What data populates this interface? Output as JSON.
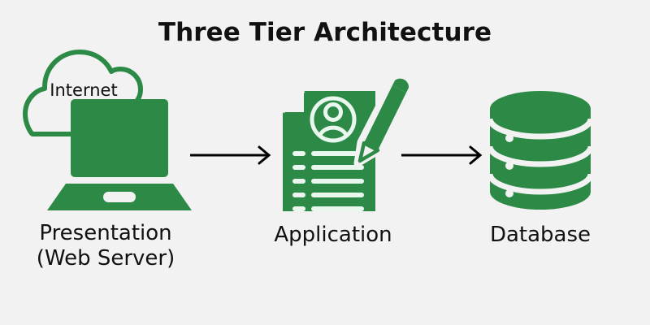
{
  "diagram": {
    "title": "Three Tier Architecture",
    "background_color": "#f2f2f2",
    "accent_color": "#2d8a46",
    "text_color": "#111111",
    "arrow_color": "#000000",
    "tiers": [
      {
        "id": "presentation",
        "label": "Presentation\n(Web Server)",
        "label_line1": "Presentation",
        "label_line2": "(Web Server)",
        "icon": "laptop-cloud-icon",
        "cloud_label": "Internet"
      },
      {
        "id": "application",
        "label": "Application",
        "icon": "document-pencil-icon"
      },
      {
        "id": "database",
        "label": "Database",
        "icon": "database-cylinder-icon"
      }
    ],
    "connectors": [
      {
        "id": "arrow-presentation-to-application",
        "from": "presentation",
        "to": "application",
        "direction": "right"
      },
      {
        "id": "arrow-application-to-database",
        "from": "application",
        "to": "database",
        "direction": "right"
      }
    ]
  }
}
